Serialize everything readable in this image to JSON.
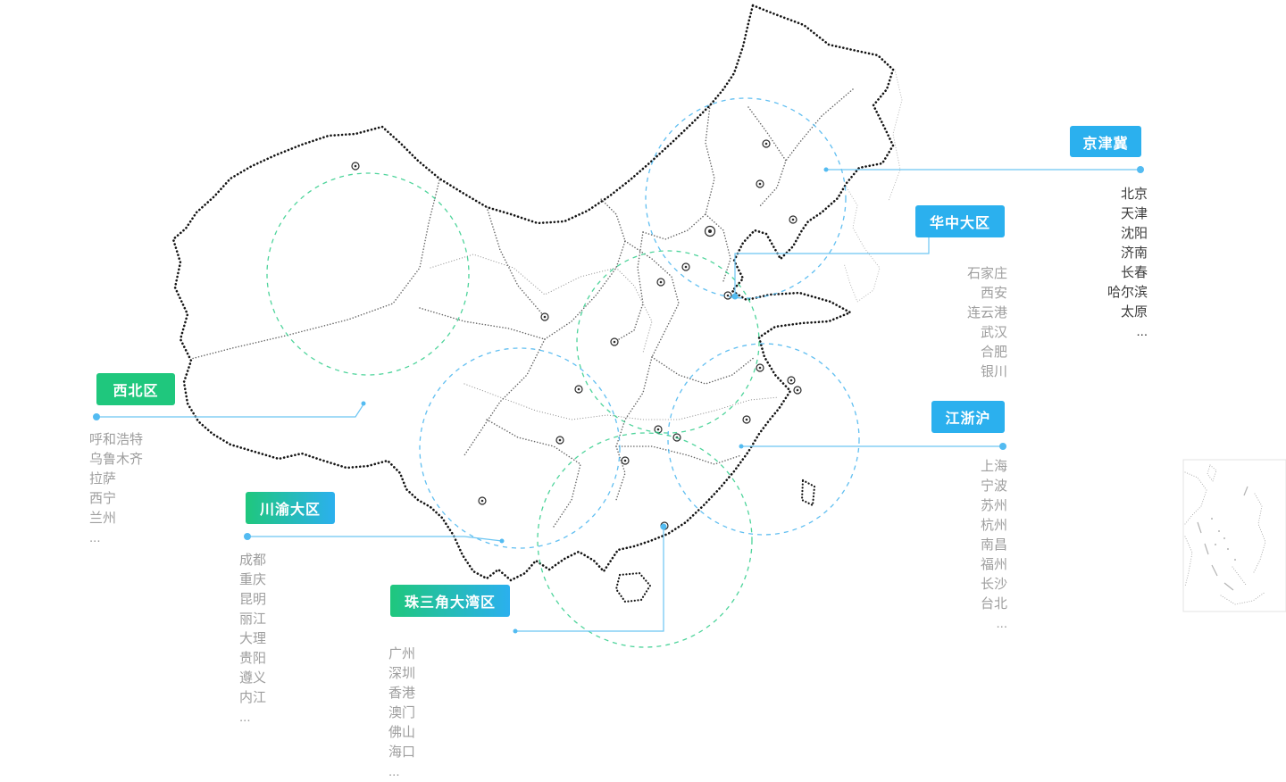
{
  "colors": {
    "label_blue": "#2bb0ee",
    "label_green": "#1fc77d",
    "circle_blue": "#45b4ee",
    "circle_green": "#2fcc8a",
    "connector": "#6cc5f2",
    "connector_dot": "#53bbf1",
    "city_text": "#9e9e9e",
    "city_text_dark": "#3d3d3d"
  },
  "regions": [
    {
      "id": "jingjinji",
      "label": "京津冀",
      "cities": [
        "北京",
        "天津",
        "沈阳",
        "济南",
        "长春",
        "哈尔滨",
        "太原",
        "..."
      ]
    },
    {
      "id": "huazhong",
      "label": "华中大区",
      "cities": [
        "石家庄",
        "西安",
        "连云港",
        "武汉",
        "合肥",
        "银川"
      ]
    },
    {
      "id": "jiangzhehu",
      "label": "江浙沪",
      "cities": [
        "上海",
        "宁波",
        "苏州",
        "杭州",
        "南昌",
        "福州",
        "长沙",
        "台北",
        "..."
      ]
    },
    {
      "id": "xibei",
      "label": "西北区",
      "cities": [
        "呼和浩特",
        "乌鲁木齐",
        "拉萨",
        "西宁",
        "兰州",
        "..."
      ]
    },
    {
      "id": "chuanyu",
      "label": "川渝大区",
      "cities": [
        "成都",
        "重庆",
        "昆明",
        "丽江",
        "大理",
        "贵阳",
        "遵义",
        "内江",
        "..."
      ]
    },
    {
      "id": "zhusanjiao",
      "label": "珠三角大湾区",
      "cities": [
        "广州",
        "深圳",
        "香港",
        "澳门",
        "佛山",
        "海口",
        "..."
      ]
    }
  ]
}
